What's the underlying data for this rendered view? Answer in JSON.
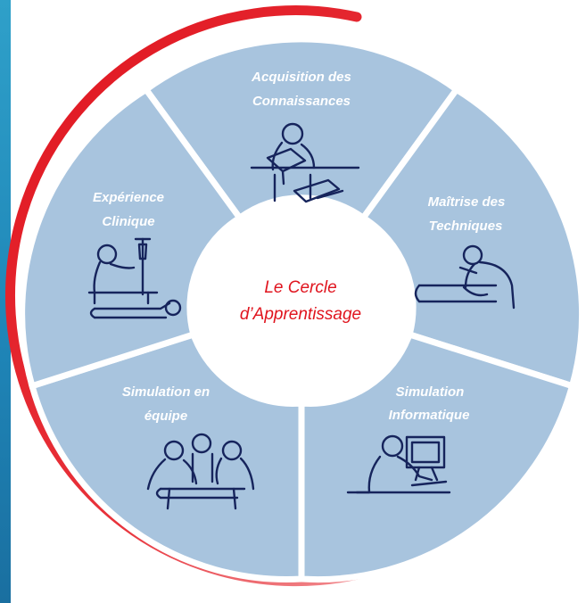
{
  "diagram": {
    "center": {
      "line1": "Le Cercle",
      "line2": "d’Apprentissage"
    },
    "segments": [
      {
        "line1": "Acquisition des",
        "line2": "Connaissances",
        "icon": "reading-student-icon"
      },
      {
        "line1": "Maîtrise des",
        "line2": "Techniques",
        "icon": "procedure-practice-icon"
      },
      {
        "line1": "Simulation",
        "line2": "Informatique",
        "icon": "computer-user-icon"
      },
      {
        "line1": "Simulation en",
        "line2": "équipe",
        "icon": "team-around-patient-icon"
      },
      {
        "line1": "Expérience",
        "line2": "Clinique",
        "icon": "clinician-with-patient-icon"
      }
    ],
    "colors": {
      "segment_fill": "#a8c4de",
      "label_text": "#ffffff",
      "center_text": "#e0141e",
      "icon_stroke": "#16245c",
      "ring": "#e0141e"
    }
  }
}
